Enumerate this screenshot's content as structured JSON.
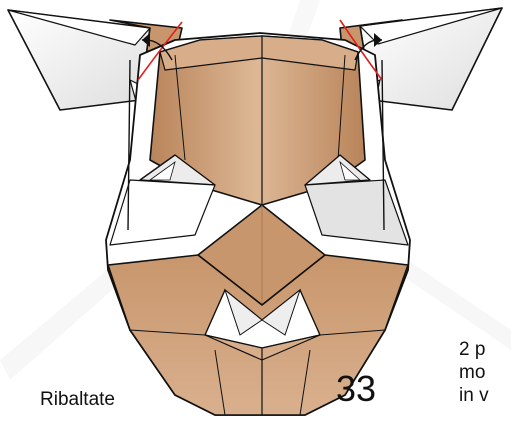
{
  "caption": "Ribaltate",
  "step_number": "33",
  "instruction_lines": [
    "2 p",
    "mo",
    "in v"
  ],
  "colors": {
    "paper_brown": "#c8966c",
    "paper_brown_light": "#ddb896",
    "paper_white": "#ffffff",
    "paper_grey": "#e4e4e4",
    "outline": "#111111",
    "fold_mark": "#e02020",
    "watermark": "#efefef"
  },
  "icons": [
    "curved-fold-arrow-left-icon",
    "curved-fold-arrow-right-icon"
  ]
}
